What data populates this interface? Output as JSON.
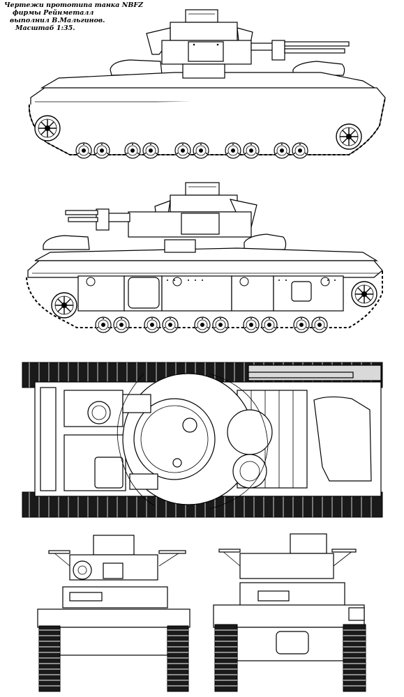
{
  "caption": {
    "line1": "Чертежи прототипа танка NBFZ",
    "line2": "фирмы Рейнметалл",
    "line3": "выполнил В.Мальгинов.",
    "line4": "Масштаб 1:35."
  },
  "views": [
    {
      "id": "side-left"
    },
    {
      "id": "side-right"
    },
    {
      "id": "top"
    },
    {
      "id": "front"
    },
    {
      "id": "rear"
    }
  ],
  "colors": {
    "line": "#000000",
    "paper": "#ffffff",
    "shade": "#d9d9d9",
    "dark": "#1a1a1a"
  }
}
